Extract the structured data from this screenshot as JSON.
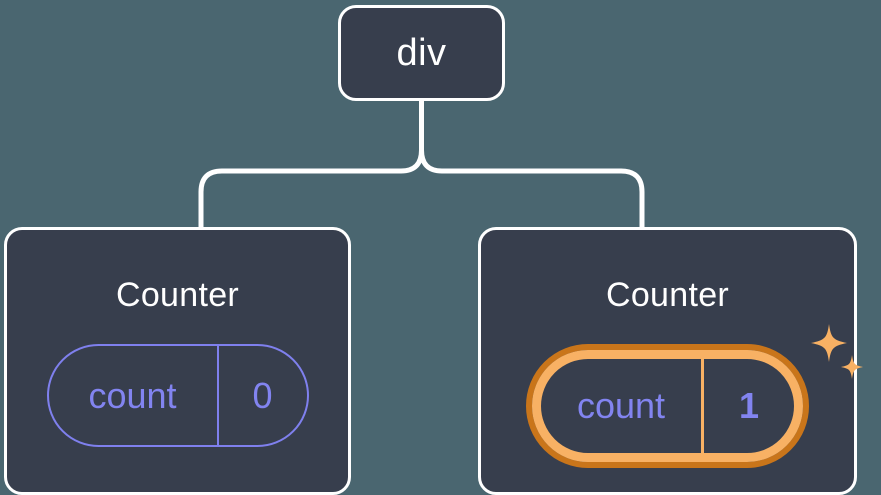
{
  "diagram": {
    "type": "component-tree",
    "background_color": "#4a6670",
    "node_fill_color": "#373e4d",
    "node_border_color": "#ffffff",
    "connector_color": "#ffffff",
    "accent_purple": "#8284f0",
    "highlight_outer_color": "#c9751a",
    "highlight_inner_color": "#f8b164",
    "root": {
      "label": "div"
    },
    "children": [
      {
        "title": "Counter",
        "state": {
          "key": "count",
          "value": "0"
        },
        "highlighted": false
      },
      {
        "title": "Counter",
        "state": {
          "key": "count",
          "value": "1"
        },
        "highlighted": true,
        "sparkle_icon": "sparkles-icon"
      }
    ]
  }
}
